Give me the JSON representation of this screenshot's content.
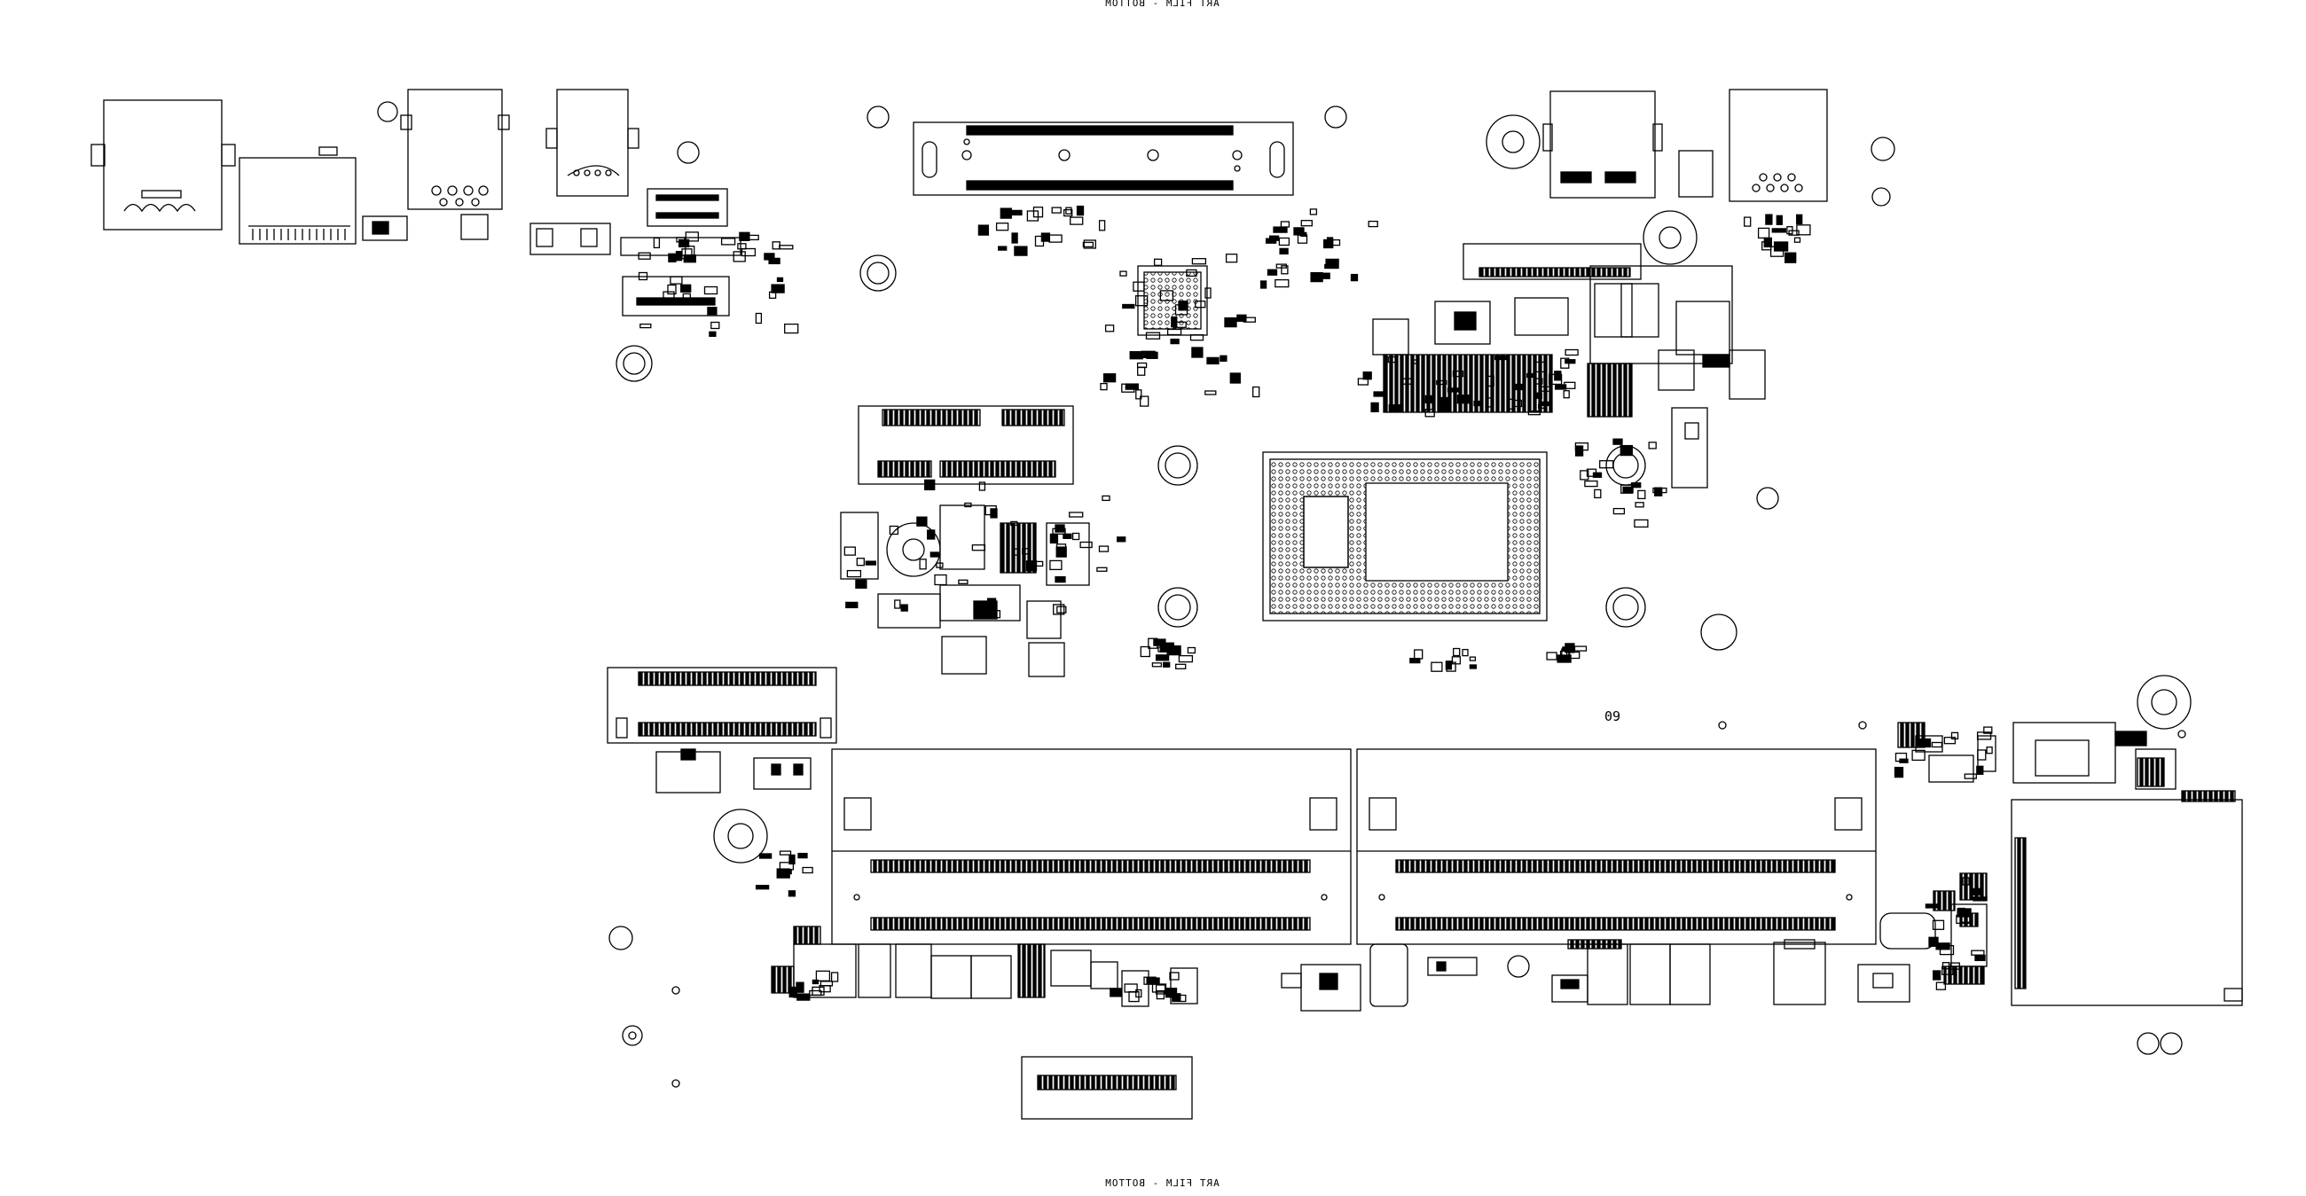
{
  "film_label_top": "ART FILM - BOTTOM",
  "film_label_bottom": "ART FILM - BOTTOM",
  "reference_marker": "09",
  "colors": {
    "ink": "#000000",
    "paper": "#ffffff"
  }
}
